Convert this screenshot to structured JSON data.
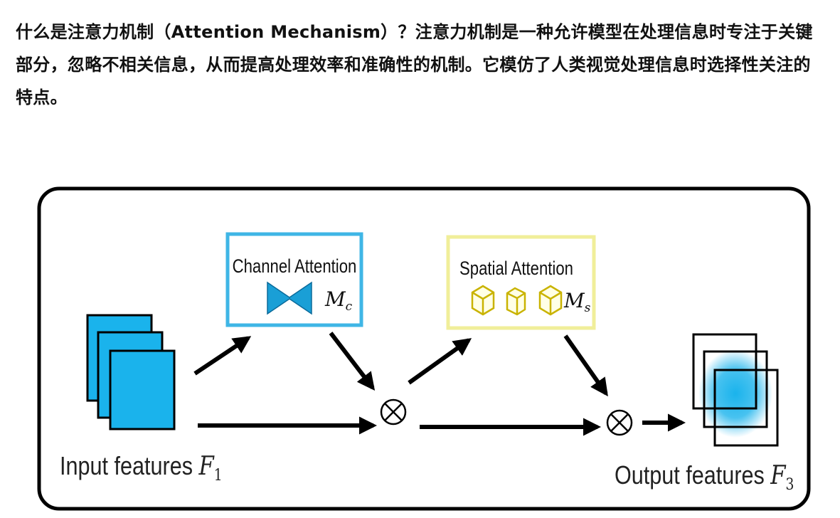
{
  "paragraph": "什么是注意力机制（Attention Mechanism）？注意力机制是一种允许模型在处理信息时专注于关键部分，忽略不相关信息，从而提高处理效率和准确性的机制。它模仿了人类视觉处理信息时选择性关注的特点。",
  "diagram": {
    "channel_attention": {
      "label": "Channel Attention",
      "symbol_base": "M",
      "symbol_sub": "c"
    },
    "spatial_attention": {
      "label": "Spatial Attention",
      "symbol_base": "M",
      "symbol_sub": "s"
    },
    "input_label": {
      "text": "Input features ",
      "symbol_base": "F",
      "symbol_sub": "1"
    },
    "output_label": {
      "text": "Output features ",
      "symbol_base": "F",
      "symbol_sub": "3"
    },
    "multiply_symbol": "⊗",
    "colors": {
      "channel_border": "#3fb6e6",
      "spatial_border": "#f0ee9a",
      "feature_fill": "#1ab3ec",
      "bowtie_fill": "#1a9fd6",
      "cube_stroke": "#c9b300",
      "output_glow": "#1ab3ec"
    }
  }
}
